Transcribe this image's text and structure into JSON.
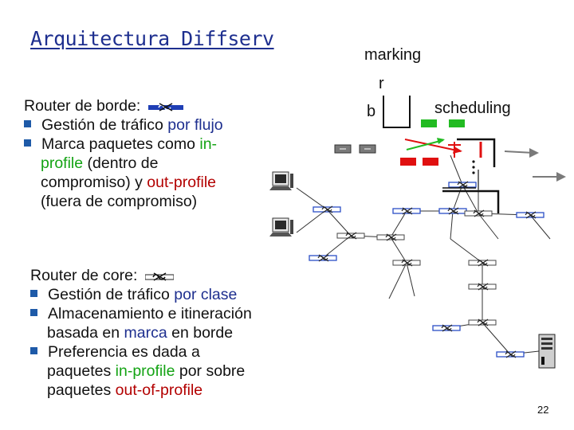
{
  "title": "Arquitectura Diffserv",
  "edge": {
    "heading": "Router de borde:",
    "b1_pre": "Gestión de tráfico ",
    "b1_hl": "por flujo",
    "b2_pre": "Marca paquetes como ",
    "b2_hl1a": "in-",
    "b2_hl1b": "profile",
    "b2_mid1": " (dentro de",
    "b2_mid2": "compromiso) y ",
    "b2_hl2": "out-profile",
    "b2_end": "(fuera de compromiso)"
  },
  "core": {
    "heading": "Router de core:",
    "b1_pre": "Gestión de tráfico ",
    "b1_hl": "por clase",
    "b2": "Almacenamiento e itineración",
    "b2_l2_pre": "basada en ",
    "b2_l2_hl": "marca",
    "b2_l2_end": " en borde",
    "b3": "Preferencia es dada a",
    "b3_l2_pre": "paquetes ",
    "b3_l2_hl": "in-profile",
    "b3_l2_end": " por sobre",
    "b3_l3_pre": "paquetes ",
    "b3_l3_hl": "out-of-profile"
  },
  "diagram": {
    "marking": "marking",
    "r": "r",
    "b": "b",
    "scheduling": "scheduling"
  },
  "page_number": "22",
  "colors": {
    "title": "#1e2f8f",
    "per_flow": "#1e2f8f",
    "in_profile": "#14a314",
    "out_profile": "#b30000",
    "bullet": "#1e5aa8",
    "router_blue": "#3a5fcd",
    "packet_gray": "#7a7a7a",
    "packet_green": "#22bb22",
    "packet_red": "#e01010"
  },
  "icons": [
    "bullet-square-icon",
    "router-icon",
    "workstation-icon",
    "server-icon",
    "token-bucket-icon",
    "queue-icon"
  ]
}
